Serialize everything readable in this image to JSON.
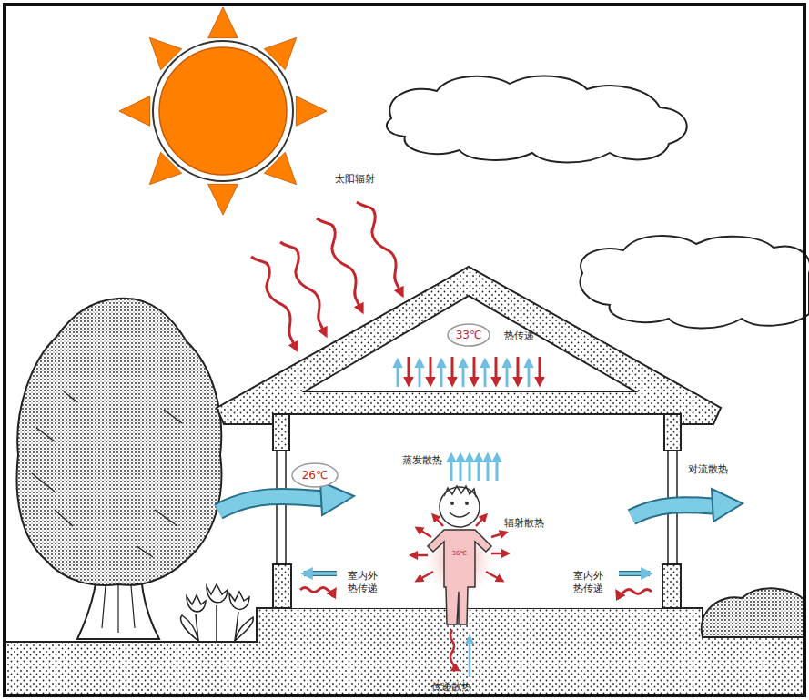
{
  "diagram": {
    "nodes": [
      {
        "text": [
          "33℃"
        ]
      },
      {
        "text": [
          "26℃"
        ]
      }
    ],
    "labels": [
      "太阳辐射",
      "热传递",
      "蒸发散热",
      "辐射散热",
      "对流散热",
      "室内外 热传递",
      "室内外 热传递",
      "传递散热",
      "36℃"
    ]
  }
}
